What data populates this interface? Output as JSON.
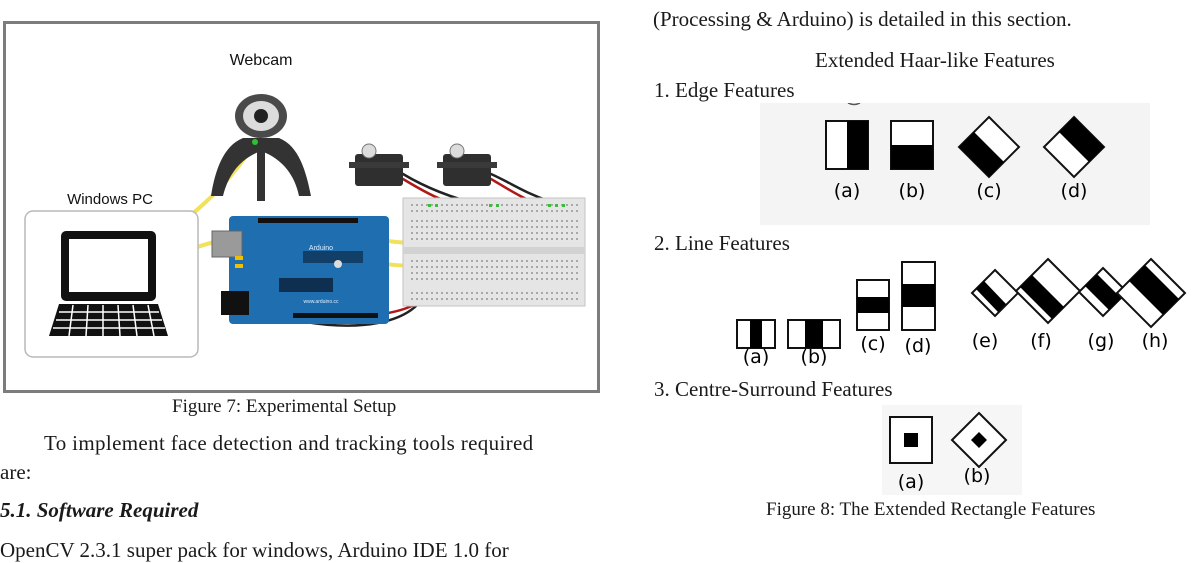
{
  "left": {
    "figure7": {
      "labels": {
        "webcam": "Webcam",
        "windows_pc": "Windows PC",
        "arduino": "Arduino",
        "arduino_url": "www.arduino.cc"
      },
      "caption": "Figure 7: Experimental Setup"
    },
    "paragraph_line1": "To implement face detection and tracking tools required",
    "paragraph_line2": "are:",
    "section_heading": "5.1.   Software Required",
    "partial_line": "OpenCV 2.3.1 super pack for windows, Arduino IDE 1.0 for"
  },
  "right": {
    "intro_line": "(Processing & Arduino) is detailed in this section.",
    "figure8": {
      "title": "Extended Haar-like Features",
      "groups": [
        {
          "heading": "1. Edge Features",
          "items": [
            "(a)",
            "(b)",
            "(c)",
            "(d)"
          ]
        },
        {
          "heading": "2. Line Features",
          "items": [
            "(a)",
            "(b)",
            "(c)",
            "(d)",
            "(e)",
            "(f)",
            "(g)",
            "(h)"
          ]
        },
        {
          "heading": "3. Centre-Surround Features",
          "items": [
            "(a)",
            "(b)"
          ]
        }
      ],
      "caption": "Figure 8: The Extended Rectangle Features"
    }
  },
  "colors": {
    "frame_border": "#7c7c7c",
    "board_blue": "#1f6fb0",
    "cable_yellow": "#f2e15a",
    "wire_red": "#b01818"
  }
}
